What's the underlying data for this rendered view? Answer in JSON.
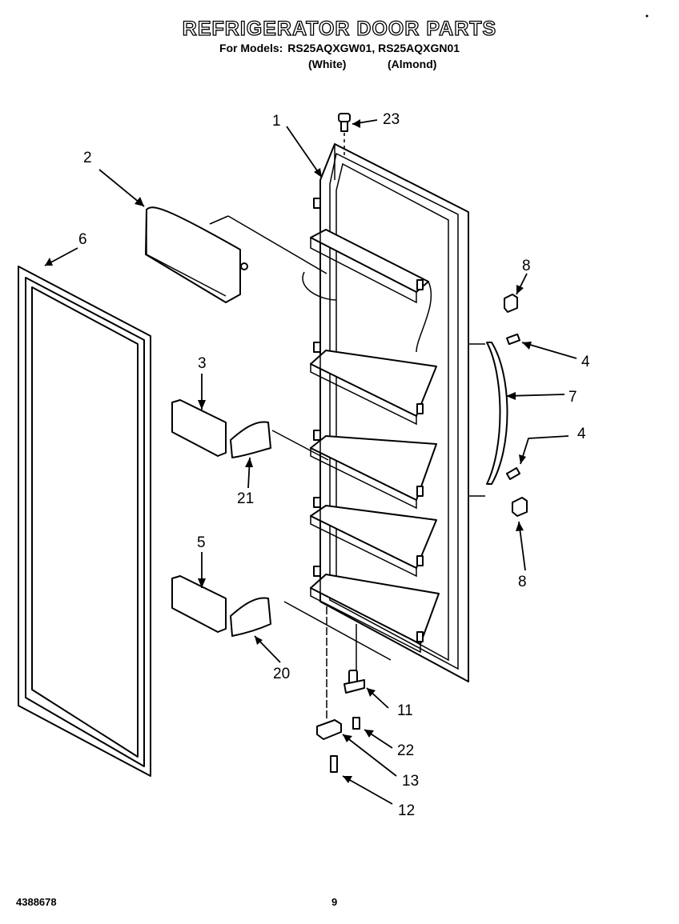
{
  "header": {
    "title": "REFRIGERATOR DOOR PARTS",
    "models_label": "For Models:",
    "models": "RS25AQXGW01, RS25AQXGN01",
    "color_white": "(White)",
    "color_almond": "(Almond)"
  },
  "callouts": {
    "p1": "1",
    "p2": "2",
    "p3": "3",
    "p4a": "4",
    "p4b": "4",
    "p5": "5",
    "p6": "6",
    "p7": "7",
    "p8a": "8",
    "p8b": "8",
    "p11": "11",
    "p12": "12",
    "p13": "13",
    "p20": "20",
    "p21": "21",
    "p22": "22",
    "p23": "23"
  },
  "footer": {
    "document_number": "4388678",
    "page_number": "9"
  }
}
